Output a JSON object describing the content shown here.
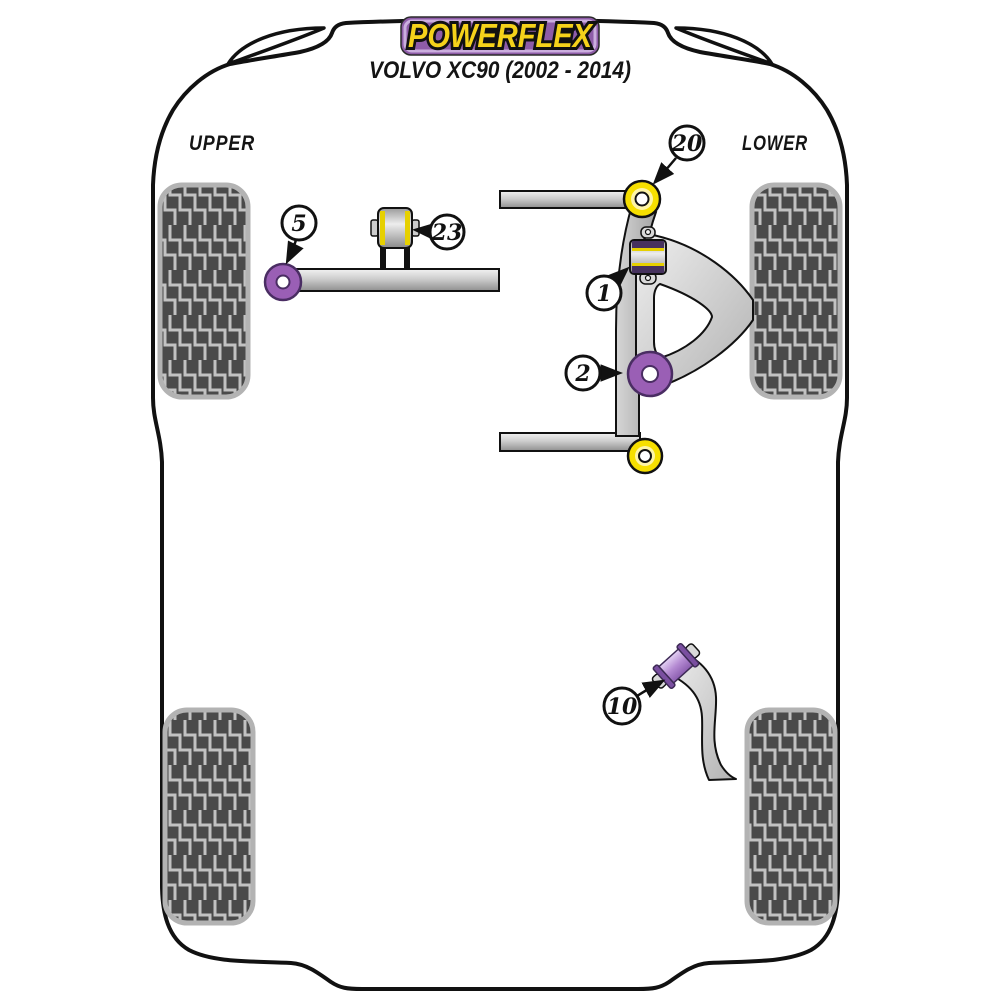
{
  "header": {
    "brand": "POWERFLEX",
    "subtitle": "VOLVO XC90 (2002 - 2014)"
  },
  "area_labels": {
    "left": "UPPER",
    "right": "LOWER"
  },
  "callouts": [
    {
      "label": "5"
    },
    {
      "label": "23"
    },
    {
      "label": "20"
    },
    {
      "label": "1"
    },
    {
      "label": "2"
    },
    {
      "label": "10"
    }
  ],
  "colors": {
    "bush_purple": "#9a5fb5",
    "bush_yellow": "#f6df00",
    "logo_purple": "#8e5ca8",
    "logo_yellow": "#f5d21a",
    "outline": "#111111"
  }
}
